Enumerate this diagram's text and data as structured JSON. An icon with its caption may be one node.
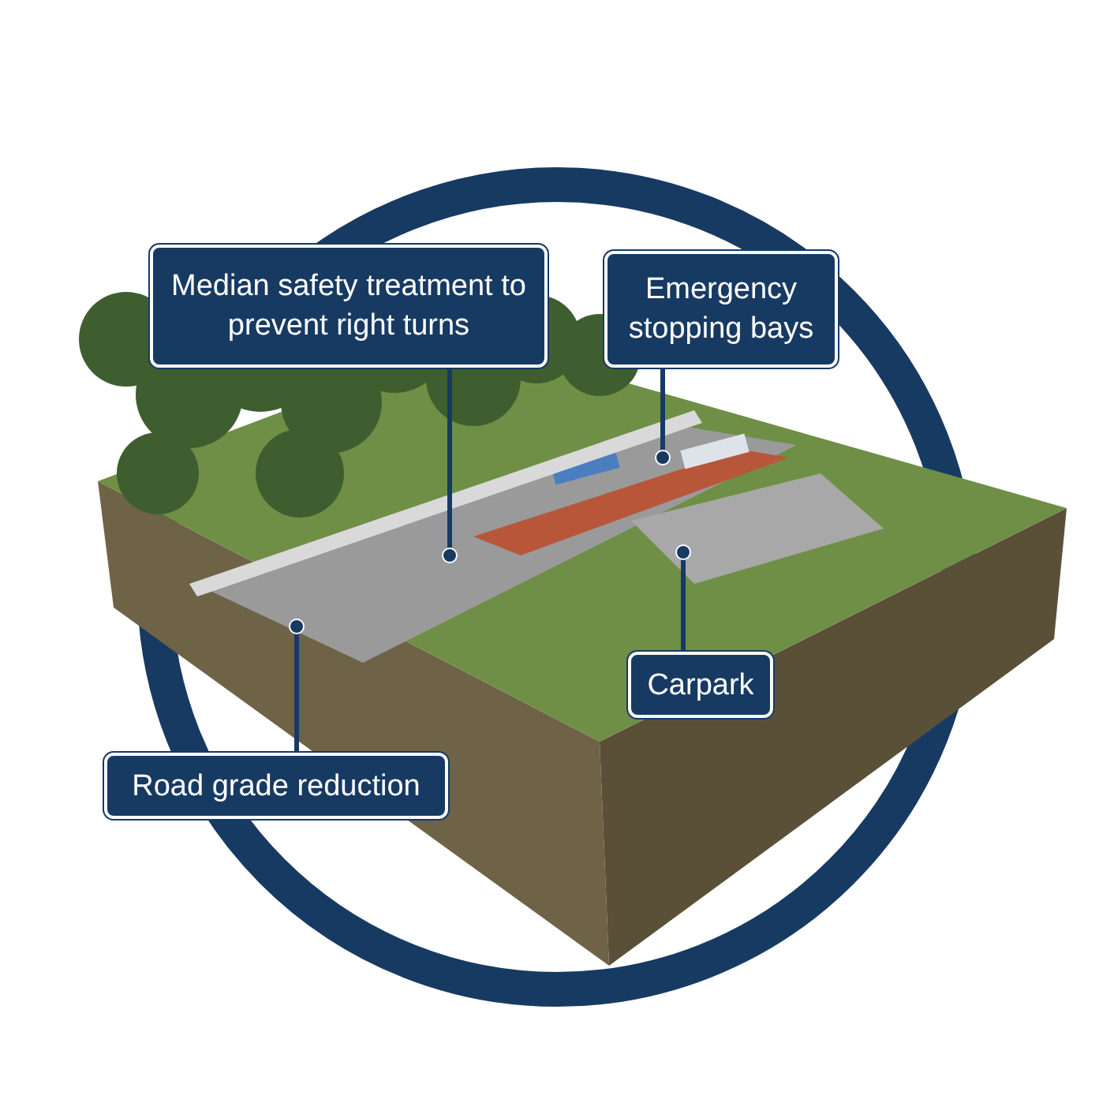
{
  "diagram": {
    "nodes": [
      {
        "text": [
          "Median safety treatment to prevent right turns"
        ]
      },
      {
        "text": [
          "Emergency stopping bays"
        ]
      },
      {
        "text": [
          "Carpark"
        ]
      },
      {
        "text": [
          "Road grade reduction"
        ]
      }
    ],
    "edges": [
      {
        "from": 0,
        "to": null,
        "arrow": "other"
      },
      {
        "from": 1,
        "to": null,
        "arrow": "other"
      },
      {
        "from": 2,
        "to": null,
        "arrow": "other"
      },
      {
        "from": 3,
        "to": null,
        "arrow": "other"
      }
    ]
  }
}
